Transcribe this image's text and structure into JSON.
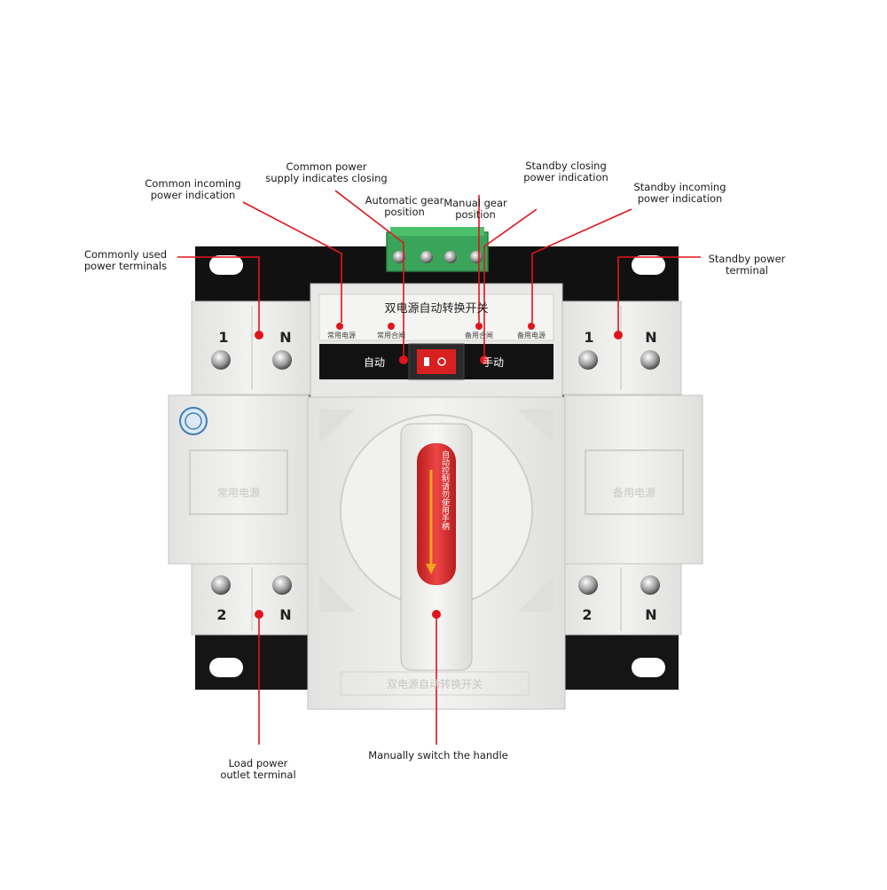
{
  "callouts": {
    "common_incoming_indication": [
      "Common incoming",
      "power indication"
    ],
    "common_supply_closing": [
      "Common power",
      "supply indicates closing"
    ],
    "standby_closing": [
      "Standby closing",
      "power indication"
    ],
    "standby_incoming_indication": [
      "Standby incoming",
      "power indication"
    ],
    "automatic_gear": [
      "Automatic gear",
      "position"
    ],
    "manual_gear": [
      "Manual gear",
      "position"
    ],
    "common_terminals": [
      "Commonly used",
      "power terminals"
    ],
    "standby_terminal": [
      "Standby power",
      "terminal"
    ],
    "load_outlet": [
      "Load power",
      "outlet terminal"
    ],
    "handle": [
      "Manually switch the handle"
    ]
  },
  "device": {
    "panel_title": "双电源自动转换开关",
    "indicators": [
      "常用电源",
      "常用合闸",
      "备用合闸",
      "备用电源"
    ],
    "mode_auto": "自动",
    "mode_manual": "手动",
    "handle_text": "自动控制请勿使用手柄",
    "bottom_label": "双电源自动转换开关",
    "left_module_text": "常用电源",
    "right_module_text": "备用电源",
    "terminal_top_left": [
      "1",
      "N"
    ],
    "terminal_top_right": [
      "1",
      "N"
    ],
    "terminal_bottom_left": [
      "2",
      "N"
    ],
    "terminal_bottom_right": [
      "2",
      "N"
    ]
  },
  "colors": {
    "callout_line": "#e0151c",
    "indicator_dot": "#e0151c",
    "body": "#ececea",
    "base": "#151515",
    "handle_window": "#d42a2a",
    "connector": "#3aa55a"
  },
  "icons": [
    "screw-icon",
    "certification-logo-icon",
    "rocker-switch-icon",
    "arrow-down-icon"
  ]
}
